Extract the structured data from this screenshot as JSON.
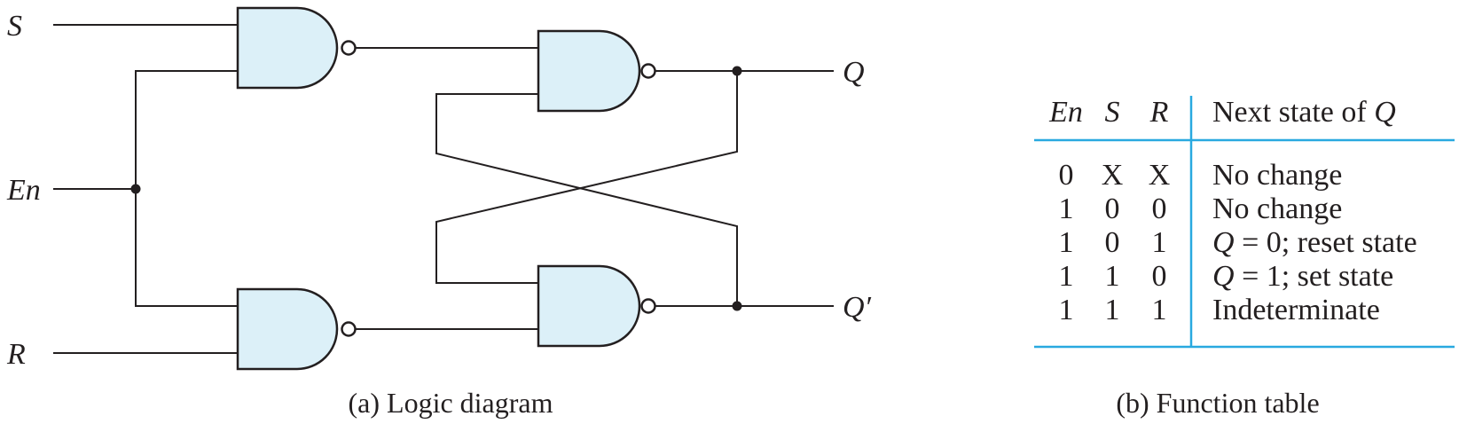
{
  "diagram": {
    "inputs": {
      "s": "S",
      "en": "En",
      "r": "R"
    },
    "outputs": {
      "q": "Q",
      "q_prime": "Q′"
    },
    "caption": "(a) Logic diagram",
    "gate_fill": "#dcf0f8"
  },
  "function_table": {
    "headers": {
      "en": "En",
      "s": "S",
      "r": "R",
      "next": "Next state of Q"
    },
    "rows": [
      {
        "en": "0",
        "s": "X",
        "r": "X",
        "next": "No change"
      },
      {
        "en": "1",
        "s": "0",
        "r": "0",
        "next": "No change"
      },
      {
        "en": "1",
        "s": "0",
        "r": "1",
        "next": "Q = 0; reset state"
      },
      {
        "en": "1",
        "s": "1",
        "r": "0",
        "next": "Q = 1; set state"
      },
      {
        "en": "1",
        "s": "1",
        "r": "1",
        "next": "Indeterminate"
      }
    ],
    "caption": "(b) Function table",
    "rule_color": "#29a9e0"
  }
}
